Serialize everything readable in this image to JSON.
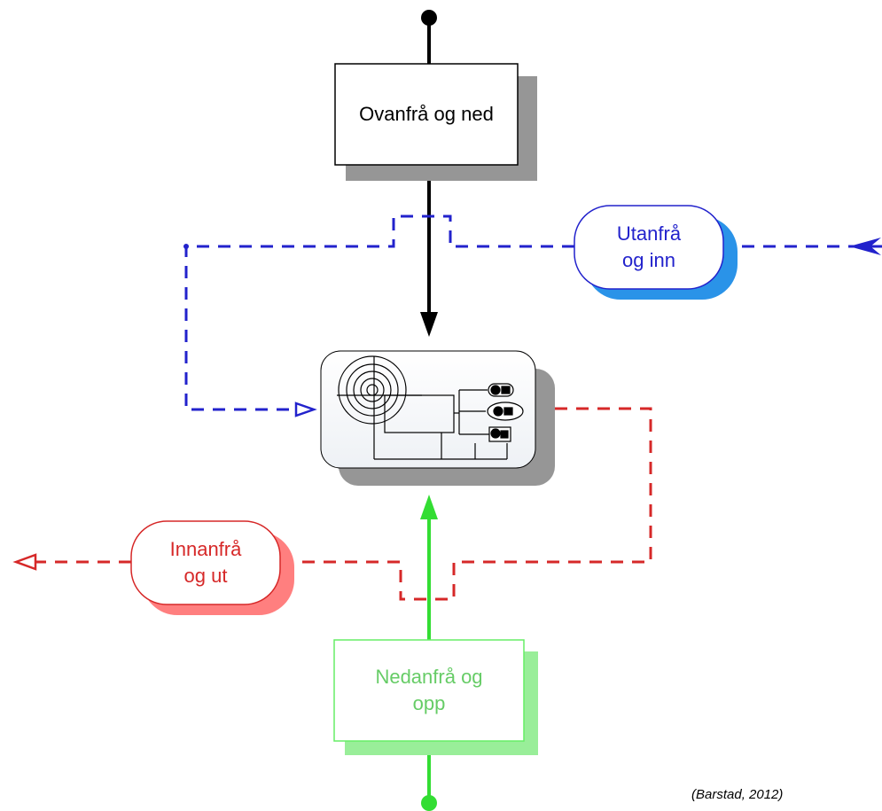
{
  "diagram": {
    "top_box": {
      "label": "Ovanfrå og ned"
    },
    "outside_pill": {
      "label": "Utanfrå\nog inn"
    },
    "inside_pill": {
      "label": "Innanfrå\nog ut"
    },
    "bottom_box": {
      "label": "Nedanfrå og\nopp"
    },
    "citation": "(Barstad, 2012)"
  },
  "colors": {
    "top_down": "#000000",
    "outside_in": "#2222cc",
    "outside_in_shadow": "#2a93e8",
    "inside_out": "#d62828",
    "inside_out_shadow": "#ff7f7f",
    "bottom_up": "#33dd33",
    "bottom_up_text": "#66cc66",
    "shadow": "#969696"
  }
}
